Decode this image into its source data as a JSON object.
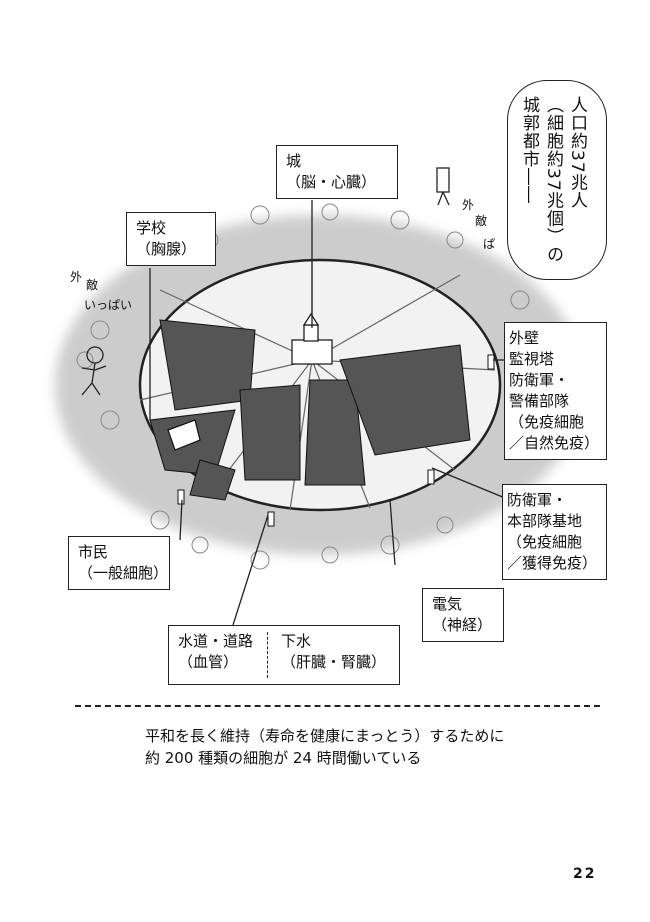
{
  "bubble": {
    "col1": "人口約37兆人",
    "col2": "（細胞約37兆個）の",
    "col3": "城郭都市――"
  },
  "labels": {
    "castle": [
      "城",
      "（脳・心臓）"
    ],
    "school": [
      "学校",
      "（胸腺）"
    ],
    "wall": [
      "外壁",
      "監視塔",
      "防衛軍・",
      "警備部隊",
      "（免疫細胞",
      "／自然免疫）"
    ],
    "hq": [
      "防衛軍・",
      "本部隊基地",
      "（免疫細胞",
      "／獲得免疫）"
    ],
    "citizens": [
      "市民",
      "（一般細胞）"
    ],
    "electric": [
      "電気",
      "（神経）"
    ],
    "water": [
      "水道・道路",
      "（血管）"
    ],
    "sewer": [
      "下水",
      "（肝臓・腎臓）"
    ]
  },
  "scribbles": {
    "enemy_right": [
      "外",
      "敵",
      "ぱ"
    ],
    "enemy_left": [
      "外",
      "敵",
      "いっぱい"
    ]
  },
  "caption": {
    "line1": "平和を長く維持（寿命を健康にまっとう）するために",
    "line2": "約 200 種類の細胞が 24 時間働いている"
  },
  "page_number": "22"
}
